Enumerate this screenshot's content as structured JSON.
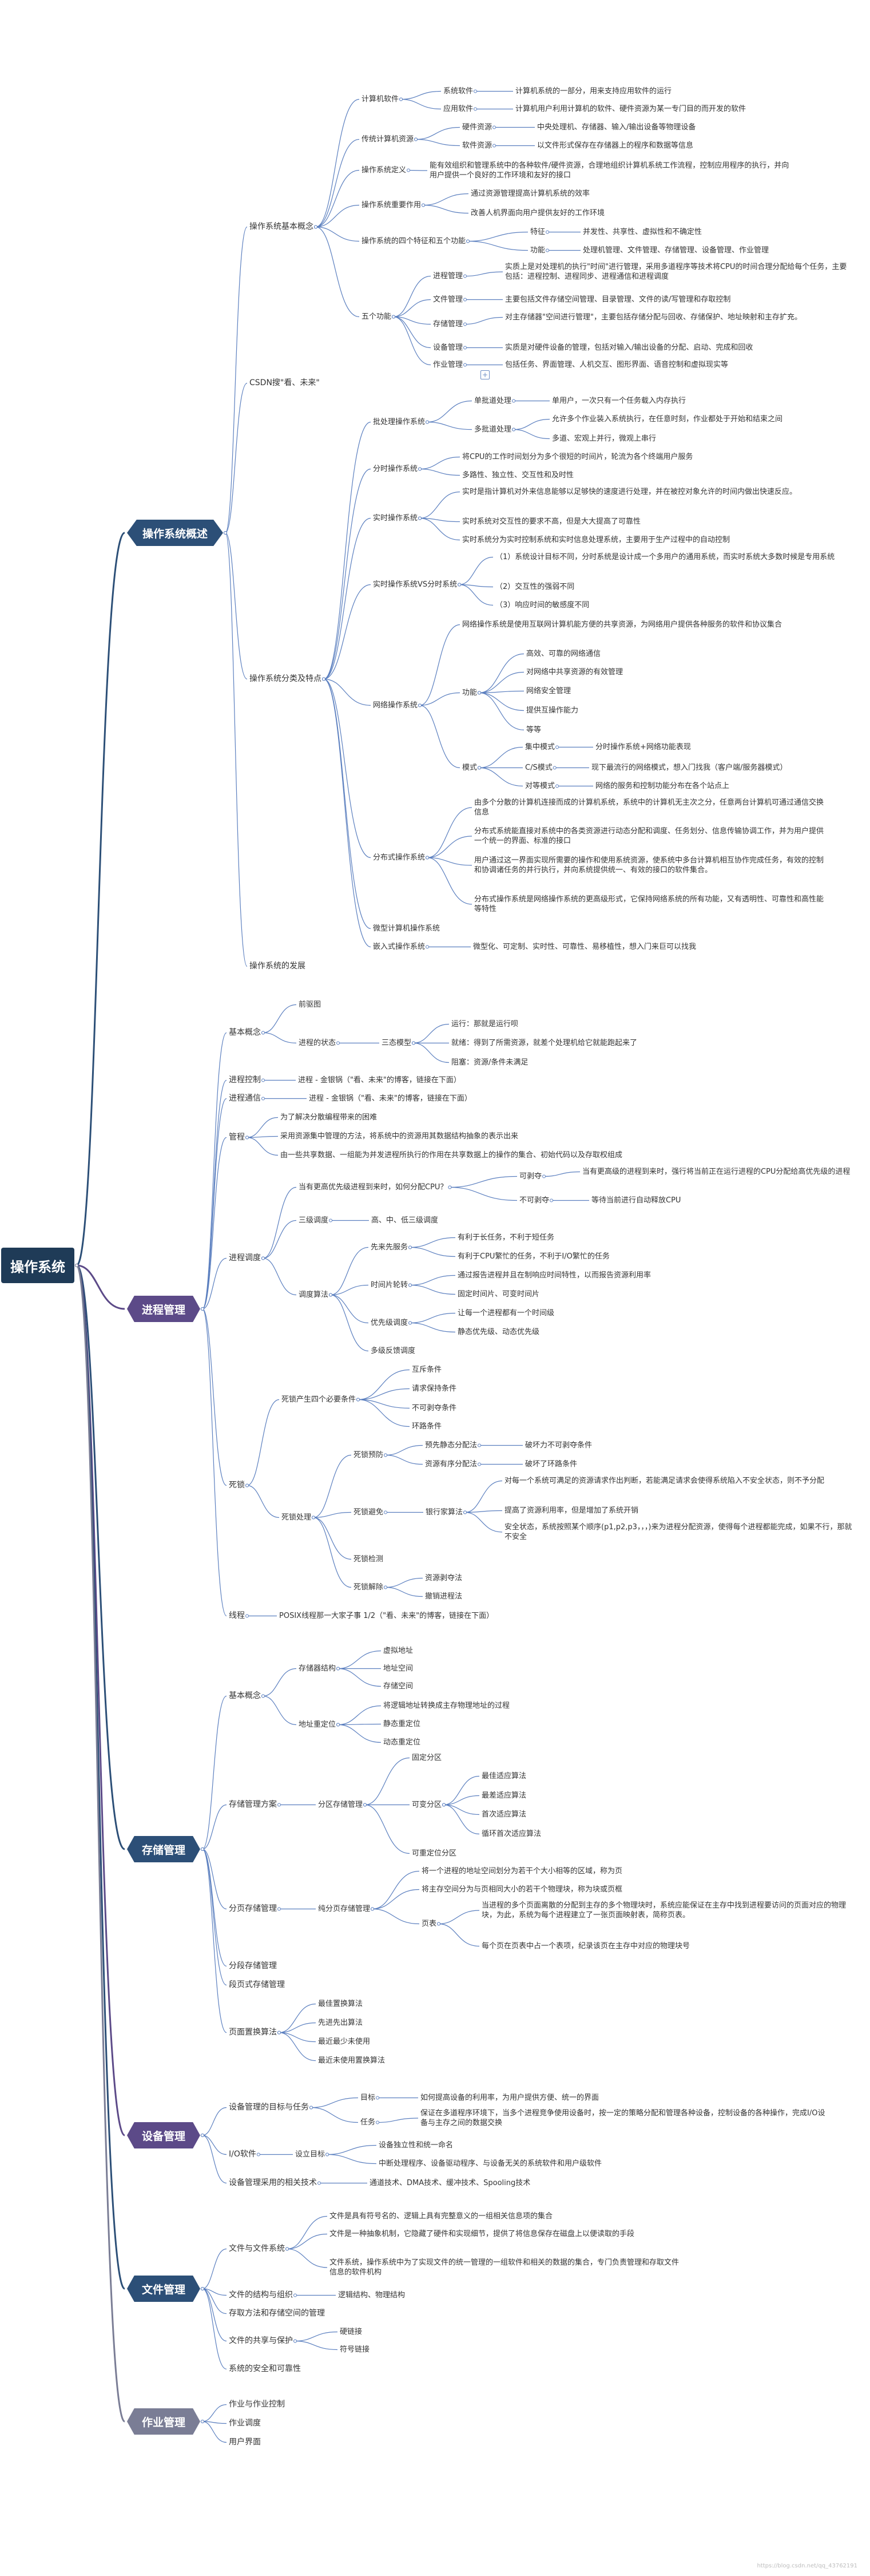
{
  "root": "操作系统",
  "os_overview": {
    "title": "操作系统概述",
    "basic": {
      "title": "操作系统基本概念",
      "computer_sw": {
        "label": "计算机软件",
        "system_sw": "系统软件",
        "system_sw_desc": "计算机系统的一部分，用来支持应用软件的运行",
        "app_sw": "应用软件",
        "app_sw_desc": "计算机用户利用计算机的软件、硬件资源为某一专门目的而开发的软件"
      },
      "computer_res": {
        "label": "传统计算机资源",
        "hw": "硬件资源",
        "hw_desc": "中央处理机、存储器、输入/输出设备等物理设备",
        "sw": "软件资源",
        "sw_desc": "以文件形式保存在存储器上的程序和数据等信息"
      },
      "definition": {
        "label": "操作系统定义",
        "desc": "能有效组织和管理系统中的各种软件/硬件资源，合理地组织计算机系统工作流程，控制应用程序的执行，并向用户提供一个良好的工作环境和友好的接口"
      },
      "roles": {
        "label": "操作系统重要作用",
        "r1": "通过资源管理提高计算机系统的效率",
        "r2": "改善人机界面向用户提供友好的工作环境"
      },
      "features": {
        "label": "操作系统的四个特征和五个功能",
        "feature": "特征",
        "feature_desc": "并发性、共享性、虚拟性和不确定性",
        "function": "功能",
        "function_desc": "处理机管理、文件管理、存储管理、设备管理、作业管理"
      },
      "five": {
        "label": "五个功能",
        "proc": "进程管理",
        "proc_desc": "实质上是对处理机的执行\"时间\"进行管理，采用多道程序等技术将CPU的时间合理分配给每个任务，主要包括：进程控制、进程同步、进程通信和进程调度",
        "file": "文件管理",
        "file_desc": "主要包括文件存储空间管理、目录管理、文件的读/写管理和存取控制",
        "storage": "存储管理",
        "storage_desc": "对主存储器\"空间进行管理\"，主要包括存储分配与回收、存储保护、地址映射和主存扩充。",
        "device": "设备管理",
        "device_desc": "实质是对硬件设备的管理，包括对输入/输出设备的分配、启动、完成和回收",
        "job": "作业管理",
        "job_desc": "包括任务、界面管理、人机交互、图形界面、语音控制和虚拟现实等"
      }
    },
    "csdn": "CSDN搜\"看、未来\"",
    "classify": {
      "title": "操作系统分类及特点",
      "batch": {
        "label": "批处理操作系统",
        "single": "单批道处理",
        "single_desc": "单用户，一次只有一个任务载入内存执行",
        "multi": "多批道处理",
        "multi_desc1": "允许多个作业装入系统执行，在任意时刻，作业都处于开始和结束之间",
        "multi_desc2": "多道、宏观上并行，微观上串行"
      },
      "timeshare": {
        "label": "分时操作系统",
        "d1": "将CPU的工作时间划分为多个很短的时间片，轮流为各个终端用户服务",
        "d2": "多路性、独立性、交互性和及时性"
      },
      "realtime": {
        "label": "实时操作系统",
        "d1": "实时是指计算机对外来信息能够以足够快的速度进行处理，并在被控对象允许的时间内做出快速反应。",
        "d2": "实时系统对交互性的要求不高，但是大大提高了可靠性",
        "d3": "实时系统分为实时控制系统和实时信息处理系统，主要用于生产过程中的自动控制"
      },
      "rt_vs_ts": {
        "label": "实时操作系统VS分时系统",
        "d1": "（1）系统设计目标不同，分时系统是设计成一个多用户的通用系统，而实时系统大多数时候是专用系统",
        "d2": "（2）交互性的强弱不同",
        "d3": "（3）响应时间的敏感度不同"
      },
      "network": {
        "label": "网络操作系统",
        "desc": "网络操作系统是使用互联网计算机能方便的共享资源，为网络用户提供各种服务的软件和协议集合",
        "func": "功能",
        "f1": "高效、可靠的网络通信",
        "f2": "对网络中共享资源的有效管理",
        "f3": "网络安全管理",
        "f4": "提供互操作能力",
        "f5": "等等",
        "mode": "模式",
        "m1": "集中模式",
        "m1_desc": "分时操作系统+网络功能表现",
        "m2": "C/S模式",
        "m2_desc": "现下最流行的网络模式，想入门找我（客户端/服务器模式）",
        "m3": "对等模式",
        "m3_desc": "网络的服务和控制功能分布在各个站点上"
      },
      "distributed": {
        "label": "分布式操作系统",
        "d1": "由多个分散的计算机连接而成的计算机系统，系统中的计算机无主次之分，任意两台计算机可通过通信交换信息",
        "d2": "分布式系统能直接对系统中的各类资源进行动态分配和调度、任务划分、信息传输协调工作，并为用户提供一个统一的界面、标准的接口",
        "d3": "用户通过这一界面实现所需要的操作和使用系统资源，使系统中多台计算机相互协作完成任务，有效的控制和协调诸任务的并行执行，并向系统提供统一、有效的接口的软件集合。",
        "d4": "分布式操作系统是网络操作系统的更高级形式，它保持网络系统的所有功能，又有透明性、可靠性和高性能等特性"
      },
      "micro": "微型计算机操作系统",
      "embedded": {
        "label": "嵌入式操作系统",
        "desc": "微型化、可定制、实时性、可靠性、易移植性，想入门来巨可以找我"
      }
    },
    "dev": "操作系统的发展"
  },
  "process": {
    "title": "进程管理",
    "basic": {
      "label": "基本概念",
      "prec": "前驱图",
      "state": "进程的状态",
      "three": "三态模型",
      "s1": "运行：那就是运行呗",
      "s2": "就绪：得到了所需资源，就差个处理机给它就能跑起来了",
      "s3": "阻塞：资源/条件未满足"
    },
    "control": {
      "label": "进程控制",
      "desc": "进程 - 金银锅（\"看、未来\"的博客，链接在下面）"
    },
    "comm": {
      "label": "进程通信",
      "desc": "进程 - 金银锅（\"看、未来\"的博客，链接在下面）"
    },
    "pipe": {
      "label": "管程",
      "d1": "为了解决分散编程带来的困难",
      "d2": "采用资源集中管理的方法，将系统中的资源用其数据结构抽象的表示出来",
      "d3": "由一些共享数据、一组能为并发进程所执行的作用在共享数据上的操作的集合、初始代码以及存取权组成"
    },
    "sched": {
      "label": "进程调度",
      "prio": "当有更高优先级进程到来时，如何分配CPU？",
      "preempt": "可剥夺",
      "preempt_desc": "当有更高级的进程到来时，强行将当前正在运行进程的CPU分配给高优先级的进程",
      "nonpreempt": "不可剥夺",
      "nonpreempt_desc": "等待当前进行自动释放CPU",
      "three_level": "三级调度",
      "three_level_desc": "高、中、低三级调度",
      "algo": "调度算法",
      "fcfs": "先来先服务",
      "fcfs_d1": "有利于长任务，不利于短任务",
      "fcfs_d2": "有利于CPU繁忙的任务，不利于I/O繁忙的任务",
      "rr": "时间片轮转",
      "rr_d1": "通过报告进程并且在制响应时间特性，以而报告资源利用率",
      "rr_d2": "固定时间片、可变时间片",
      "pri": "优先级调度",
      "pri_d1": "让每一个进程都有一个时间级",
      "pri_d2": "静态优先级、动态优先级",
      "mlfq": "多级反馈调度"
    },
    "deadlock": {
      "label": "死锁",
      "cond": "死锁产生四个必要条件",
      "c1": "互斥条件",
      "c2": "请求保持条件",
      "c3": "不可剥夺条件",
      "c4": "环路条件",
      "handle": "死锁处理",
      "prevent": "死锁预防",
      "p1": "预先静态分配法",
      "p1_desc": "破坏力不可剥夺条件",
      "p2": "资源有序分配法",
      "p2_desc": "破坏了环路条件",
      "avoid": "死锁避免",
      "banker": "银行家算法",
      "b1": "对每一个系统可满足的资源请求作出判断，若能满足请求会使得系统陷入不安全状态，则不予分配",
      "b2": "提高了资源利用率，但是增加了系统开销",
      "b3": "安全状态，系统按照某个顺序(p1,p2,p3，，，)来为进程分配资源，使得每个进程都能完成，如果不行，那就不安全",
      "detect": "死锁检测",
      "release": "死锁解除",
      "r1": "资源剥夺法",
      "r2": "撤销进程法"
    },
    "thread": {
      "label": "线程",
      "desc": "POSIX线程那一大家子事 1/2（\"看、未来\"的博客，链接在下面）"
    }
  },
  "storage": {
    "title": "存储管理",
    "basic": {
      "label": "基本概念",
      "struct": "存储器结构",
      "s1": "虚拟地址",
      "s2": "地址空间",
      "s3": "存储空间",
      "reloc": "地址重定位",
      "r1": "将逻辑地址转换成主存物理地址的过程",
      "r2": "静态重定位",
      "r3": "动态重定位"
    },
    "scheme": {
      "label": "存储管理方案",
      "partition": "分区存储管理",
      "fixed": "固定分区",
      "var": "可变分区",
      "v1": "最佳适应算法",
      "v2": "最差适应算法",
      "v3": "首次适应算法",
      "v4": "循环首次适应算法",
      "revar": "可重定位分区"
    },
    "paging": {
      "label": "分页存储管理",
      "pure": "纯分页存储管理",
      "d1": "将一个进程的地址空间划分为若干个大小相等的区域，称为页",
      "d2": "将主存空间分为与页相同大小的若干个物理块，称为块或页框",
      "table": "页表",
      "t1": "当进程的多个页面离散的分配到主存的多个物理块时，系统应能保证在主存中找到进程要访问的页面对应的物理块，为此，系统为每个进程建立了一张页面映射表，简称页表。",
      "t2": "每个页在页表中占一个表项，纪录该页在主存中对应的物理块号"
    },
    "segment": "分段存储管理",
    "segpage": "段页式存储管理",
    "replace": {
      "label": "页面置换算法",
      "a1": "最佳置换算法",
      "a2": "先进先出算法",
      "a3": "最近最少未使用",
      "a4": "最近未使用置换算法"
    }
  },
  "device": {
    "title": "设备管理",
    "goal": {
      "label": "设备管理的目标与任务",
      "target": "目标",
      "target_desc": "如何提高设备的利用率，为用户提供方便、统一的界面",
      "task": "任务",
      "task_desc": "保证在多道程序环境下，当多个进程竞争使用设备时，按一定的策略分配和管理各种设备，控制设备的各种操作，完成I/O设备与主存之间的数据交换"
    },
    "io": {
      "label": "I/O软件",
      "goal": "设立目标",
      "g1": "设备独立性和统一命名",
      "g2": "中断处理程序、设备驱动程序、与设备无关的系统软件和用户级软件"
    },
    "tech": {
      "label": "设备管理采用的相关技术",
      "desc": "通道技术、DMA技术、缓冲技术、Spooling技术"
    }
  },
  "file": {
    "title": "文件管理",
    "sys": {
      "label": "文件与文件系统",
      "d1": "文件是具有符号名的、逻辑上具有完整意义的一组相关信息项的集合",
      "d2": "文件是一种抽象机制，它隐藏了硬件和实现细节，提供了将信息保存在磁盘上以便读取的手段",
      "d3": "文件系统，操作系统中为了实现文件的统一管理的一组软件和相关的数据的集合，专门负责管理和存取文件信息的软件机构"
    },
    "struct": {
      "label": "文件的结构与组织",
      "desc": "逻辑结构、物理结构"
    },
    "access": "存取方法和存储空间的管理",
    "share": {
      "label": "文件的共享与保护",
      "s1": "硬链接",
      "s2": "符号链接"
    },
    "security": "系统的安全和可靠性"
  },
  "job": {
    "title": "作业管理",
    "j1": "作业与作业控制",
    "j2": "作业调度",
    "j3": "用户界面"
  },
  "watermark": "https://blog.csdn.net/qq_43762191"
}
